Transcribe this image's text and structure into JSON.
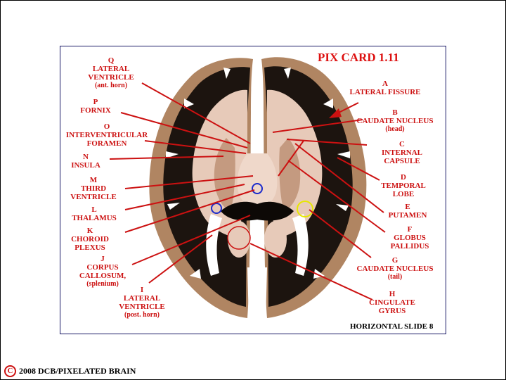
{
  "title": "PIX CARD 1.11",
  "slide": "HORIZONTAL SLIDE 8",
  "footer": {
    "symbol": "C",
    "text": "2008  DCB/PIXELATED BRAIN"
  },
  "colors": {
    "label": "#cc1111",
    "white_matter": "#e7cab9",
    "gray_matter": "#1c140f",
    "outer_cortex": "#b08562"
  },
  "labels": {
    "Q": {
      "letter": "Q",
      "line1": "LATERAL",
      "line2": "VENTRICLE",
      "line3": "(ant. horn)"
    },
    "P": {
      "letter": "P",
      "line1": "FORNIX"
    },
    "O": {
      "letter": "O",
      "line1": "INTERVENTRICULAR",
      "line2": "FORAMEN"
    },
    "N": {
      "letter": "N",
      "line1": "INSULA"
    },
    "M": {
      "letter": "M",
      "line1": "THIRD",
      "line2": "VENTRICLE"
    },
    "L": {
      "letter": "L",
      "line1": "THALAMUS"
    },
    "K": {
      "letter": "K",
      "line1": "CHOROID",
      "line2": "PLEXUS"
    },
    "J": {
      "letter": "J",
      "line1": "CORPUS",
      "line2": "CALLOSUM,",
      "line3": "(splenium)"
    },
    "I": {
      "letter": "I",
      "line1": "LATERAL",
      "line2": "VENTRICLE",
      "line3": "(post. horn)"
    },
    "A": {
      "letter": "A",
      "line1": "LATERAL FISSURE"
    },
    "B": {
      "letter": "B",
      "line1": "CAUDATE NUCLEUS",
      "line2": "(head)"
    },
    "C": {
      "letter": "C",
      "line1": "INTERNAL",
      "line2": "CAPSULE"
    },
    "D": {
      "letter": "D",
      "line1": "TEMPORAL",
      "line2": "LOBE"
    },
    "E": {
      "letter": "E",
      "line1": "PUTAMEN"
    },
    "F": {
      "letter": "F",
      "line1": "GLOBUS",
      "line2": "PALLIDUS"
    },
    "G": {
      "letter": "G",
      "line1": "CAUDATE NUCLEUS",
      "line2": "(tail)"
    },
    "H": {
      "letter": "H",
      "line1": "CINGULATE",
      "line2": "GYRUS"
    }
  }
}
